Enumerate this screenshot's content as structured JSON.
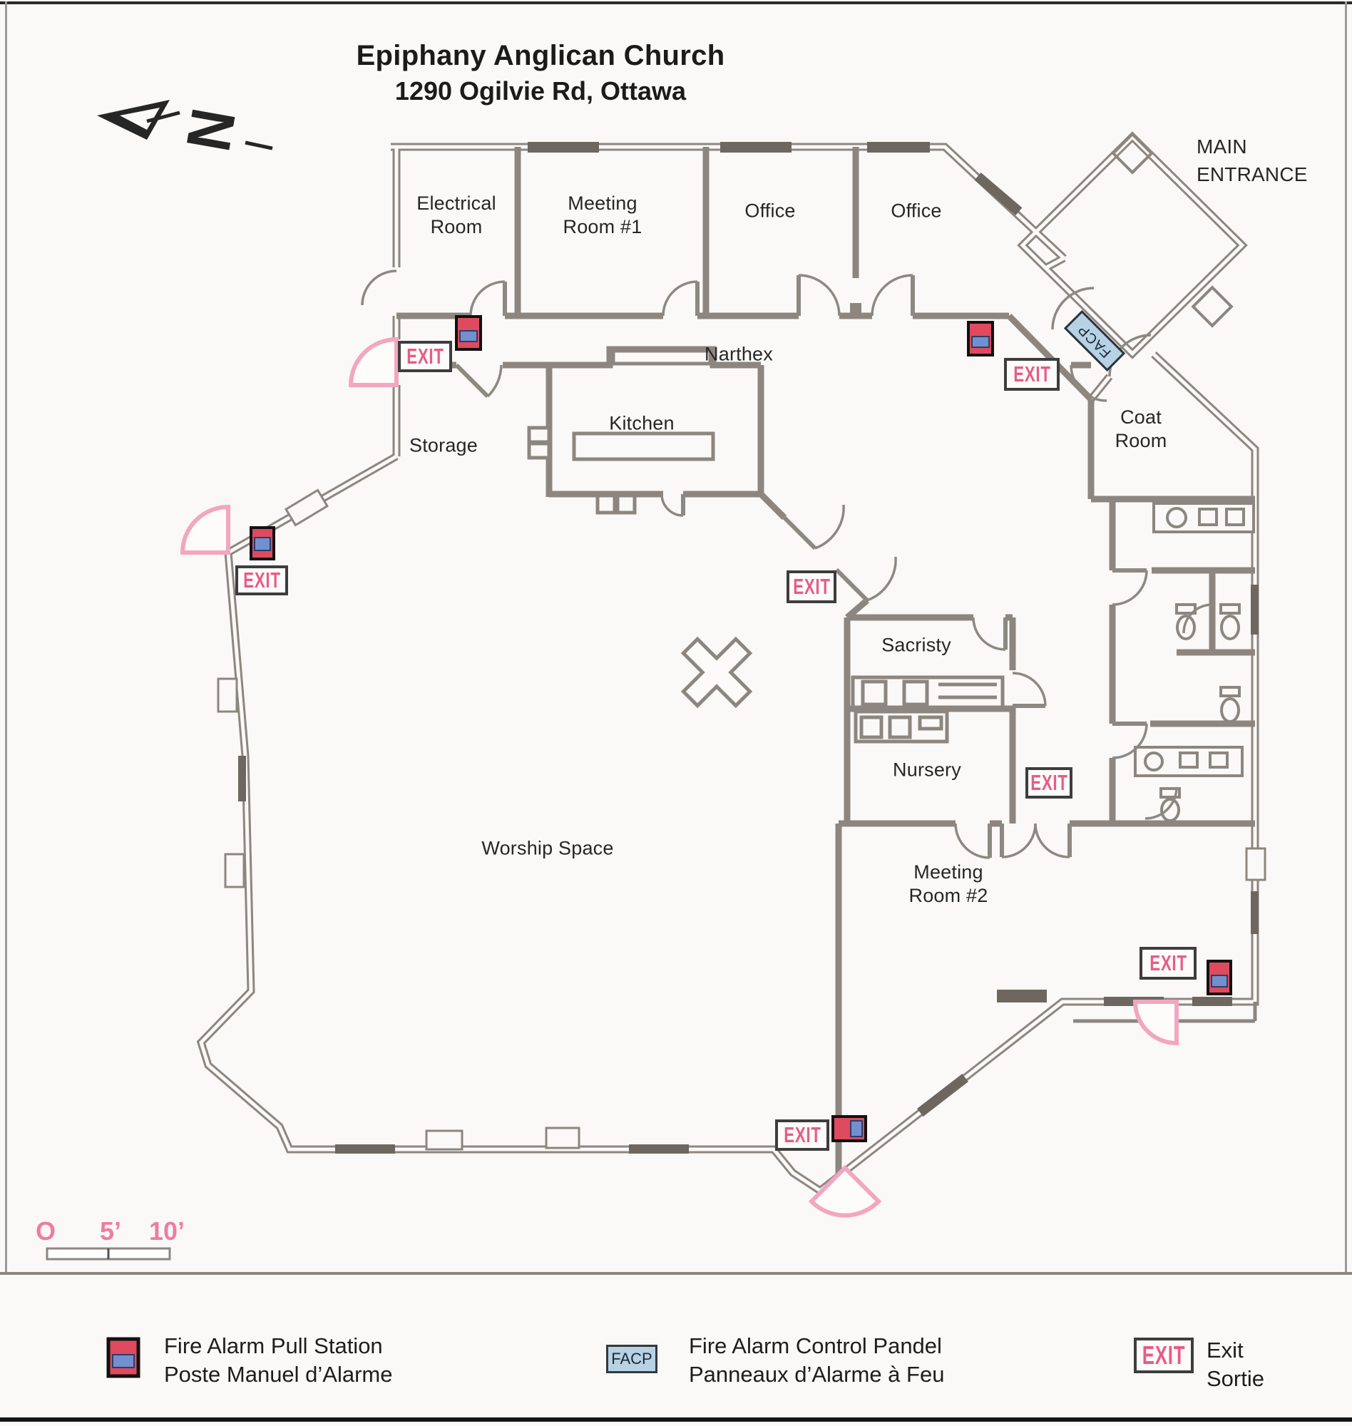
{
  "title": {
    "line1": "Epiphany Anglican Church",
    "line2": "1290 Ogilvie Rd, Ottawa"
  },
  "north": {
    "label": "N"
  },
  "entrance_label": "MAIN\nENTRANCE",
  "rooms": {
    "electrical": "Electrical\nRoom",
    "meeting1": "Meeting\nRoom #1",
    "office1": "Office",
    "office2": "Office",
    "storage": "Storage",
    "kitchen": "Kitchen",
    "narthex": "Narthex",
    "coat": "Coat\nRoom",
    "sacristy": "Sacristy",
    "nursery": "Nursery",
    "worship": "Worship Space",
    "meeting2": "Meeting\nRoom #2"
  },
  "symbols": {
    "exit": "EXIT",
    "facp": "FACP"
  },
  "scale": {
    "zero": "O",
    "five": "5’",
    "ten": "10’"
  },
  "legend": {
    "pull": {
      "en": "Fire Alarm Pull Station",
      "fr": "Poste Manuel d’Alarme"
    },
    "facp": {
      "label": "FACP",
      "en": "Fire Alarm Control Pandel",
      "fr": "Panneaux d’Alarme à Feu"
    },
    "exit": {
      "label": "EXIT",
      "en": "Exit",
      "fr": "Sortie"
    }
  },
  "colors": {
    "wall": "#8d8680",
    "exit_pink": "#e85c84",
    "door_pink": "#f2a6c0",
    "pull_red": "#df4a5f",
    "pull_blue": "#7290cf",
    "facp_blue": "#b7d2e5"
  }
}
